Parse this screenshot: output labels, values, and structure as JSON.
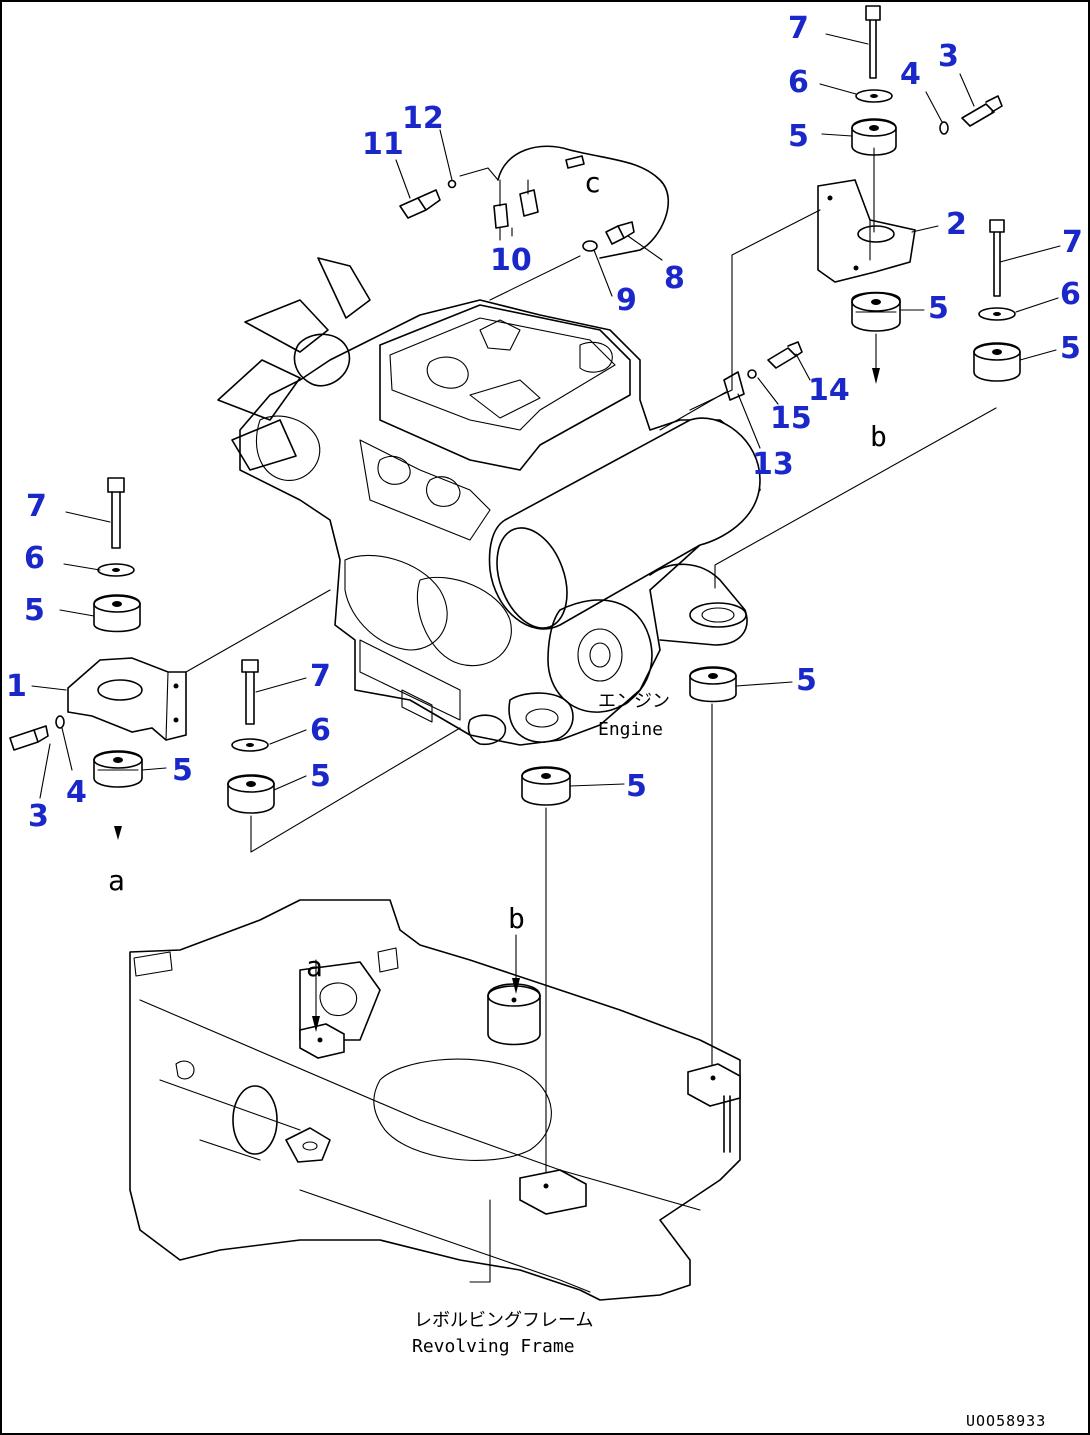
{
  "callouts": {
    "c7a": "7",
    "c6a": "6",
    "c5a": "5",
    "c4a": "4",
    "c3a": "3",
    "c2": "2",
    "c7b": "7",
    "c6b": "6",
    "c5b": "5",
    "c5c": "5",
    "c12": "12",
    "c11": "11",
    "c10": "10",
    "c9": "9",
    "c8": "8",
    "c14": "14",
    "c15": "15",
    "c13": "13",
    "c7c": "7",
    "c6c": "6",
    "c5d": "5",
    "c1": "1",
    "c3b": "3",
    "c4b": "4",
    "c5e": "5",
    "c7d": "7",
    "c6d": "6",
    "c5f": "5",
    "c5g": "5",
    "c5h": "5"
  },
  "letters": {
    "a_top": "a",
    "b_top": "b",
    "c_wire": "c",
    "a_frame": "a",
    "b_frame": "b"
  },
  "labels": {
    "engine_jp": "エンジン",
    "engine_en": "Engine",
    "frame_jp": "レボルビングフレーム",
    "frame_en": "Revolving Frame"
  },
  "drawing_number": "UOO58933",
  "colors": {
    "callout": "#1a27c9",
    "line": "#000000"
  }
}
